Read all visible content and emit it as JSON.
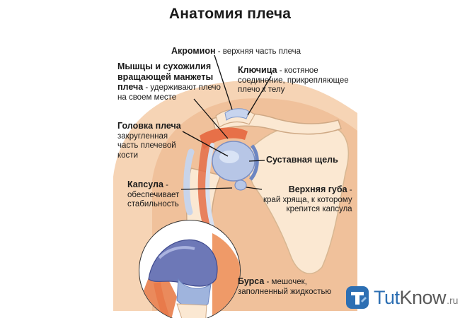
{
  "title": "Анатомия плеча",
  "labels": {
    "acromion": {
      "name": "Акромион",
      "desc": " - верхняя часть плеча"
    },
    "rotator_cuff": {
      "name_lines": [
        "Мышцы и сухожилия",
        "вращающей манжеты",
        "плеча"
      ],
      "desc_lines": [
        " - удерживают плечо",
        "на своем месте"
      ]
    },
    "clavicle": {
      "name": "Ключица",
      "desc_lines": [
        " - костяное",
        "соединение, прикрепляющее",
        "плечо к телу"
      ]
    },
    "humeral_head": {
      "name": "Головка плеча",
      "desc_lines": [
        "закругленная",
        "часть плечевой",
        "кости"
      ]
    },
    "joint_space": {
      "name": "Суставная щель"
    },
    "capsule": {
      "name": "Капсула",
      "desc_lines": [
        " -",
        "обеспечивает",
        "стабильность"
      ]
    },
    "labrum": {
      "name": "Верхняя губа",
      "desc_lines": [
        " -",
        "край хряща, к которому",
        "крепится капсула"
      ]
    },
    "bursa": {
      "name": "Бурса",
      "desc_lines": [
        " - мешочек,",
        "заполненный жидкостью"
      ]
    }
  },
  "watermark": {
    "name_a": "Tut",
    "name_b": "Know",
    "domain": ".ru"
  },
  "colors": {
    "skin": "#f3c9a3",
    "bone": "#fbe9d2",
    "cartilage": "#9fb4dd",
    "muscle": "#e77048",
    "bursa": "#6d78b7",
    "accent": "#2d6fb3"
  }
}
